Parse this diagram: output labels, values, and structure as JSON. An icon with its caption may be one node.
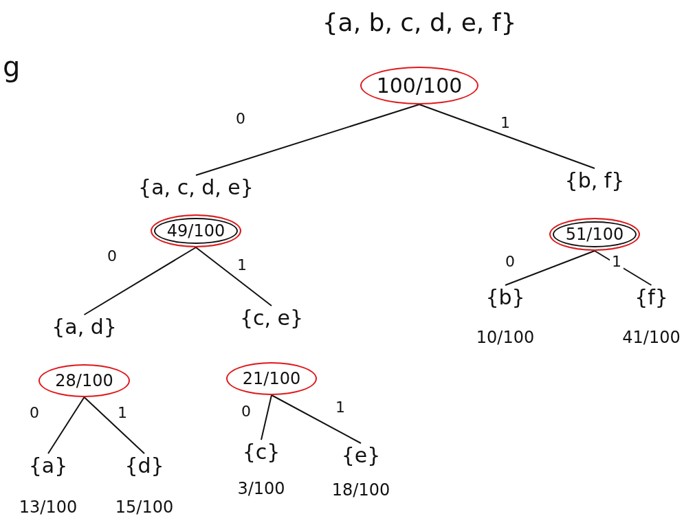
{
  "diagram": {
    "nodes": [
      {
        "text": [
          "{a, b, c, d, e, f}",
          "100/100"
        ]
      },
      {
        "text": [
          "{a, c, d, e}",
          "49/100"
        ]
      },
      {
        "text": [
          "{b, f}",
          "51/100"
        ]
      },
      {
        "text": [
          "{a, d}",
          "28/100"
        ]
      },
      {
        "text": [
          "{c, e}",
          "21/100"
        ]
      },
      {
        "text": [
          "{b}",
          "10/100"
        ]
      },
      {
        "text": [
          "{f}",
          "41/100"
        ]
      },
      {
        "text": [
          "{a}",
          "13/100"
        ]
      },
      {
        "text": [
          "{d}",
          "15/100"
        ]
      },
      {
        "text": [
          "{c}",
          "3/100"
        ]
      },
      {
        "text": [
          "{e}",
          "18/100"
        ]
      }
    ],
    "edges": [
      {
        "from": 0,
        "to": 1,
        "arrow": "none",
        "label": "0"
      },
      {
        "from": 0,
        "to": 2,
        "arrow": "none",
        "label": "1"
      },
      {
        "from": 1,
        "to": 3,
        "arrow": "none",
        "label": "0"
      },
      {
        "from": 1,
        "to": 4,
        "arrow": "none",
        "label": "1"
      },
      {
        "from": 2,
        "to": 5,
        "arrow": "none",
        "label": "0"
      },
      {
        "from": 2,
        "to": 6,
        "arrow": "none",
        "label": "1"
      },
      {
        "from": 3,
        "to": 7,
        "arrow": "none",
        "label": "0"
      },
      {
        "from": 3,
        "to": 8,
        "arrow": "none",
        "label": "1"
      },
      {
        "from": 4,
        "to": 9,
        "arrow": "none",
        "label": "0"
      },
      {
        "from": 4,
        "to": 10,
        "arrow": "none",
        "label": "1"
      }
    ],
    "labels": [
      "g"
    ]
  }
}
